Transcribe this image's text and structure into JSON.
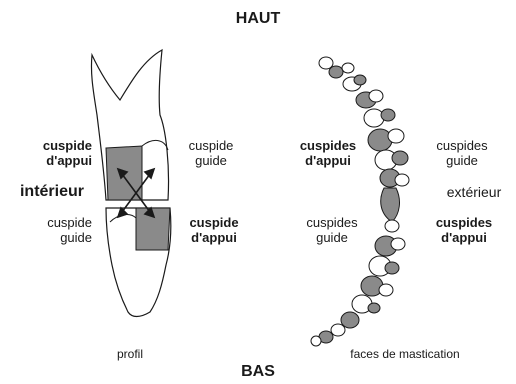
{
  "header": {
    "top": "HAUT",
    "bottom": "BAS"
  },
  "left_panel": {
    "upper_inner_cusp": [
      "cuspide",
      "d'appui"
    ],
    "upper_outer_cusp": [
      "cuspide",
      "guide"
    ],
    "side_label": "intérieur",
    "lower_inner_cusp": [
      "cuspide",
      "guide"
    ],
    "lower_outer_cusp": [
      "cuspide",
      "d'appui"
    ],
    "caption": "profil"
  },
  "right_panel": {
    "upper_left_cusp": [
      "cuspides",
      "d'appui"
    ],
    "upper_right_cusp": [
      "cuspides",
      "guide"
    ],
    "side_label": "extérieur",
    "lower_left_cusp": [
      "cuspides",
      "guide"
    ],
    "lower_right_cusp": [
      "cuspides",
      "d'appui"
    ],
    "caption": "faces de mastication"
  },
  "colors": {
    "shade": "#8a8a8a",
    "ink": "#1a1a1a"
  }
}
